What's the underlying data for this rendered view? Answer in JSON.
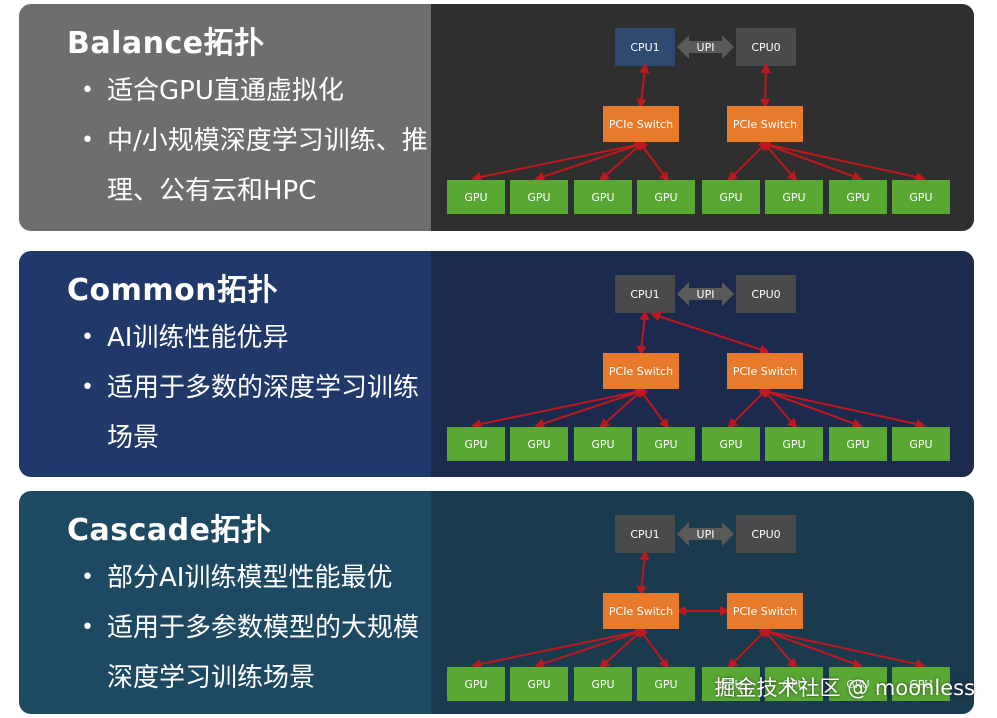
{
  "panels": [
    {
      "title": "Balance拓扑",
      "bullets": [
        "适合GPU直通虚拟化",
        "中/小规模深度学习训练、推理、公有云和HPC"
      ],
      "diagram": {
        "topology": "balance",
        "cpu_left": "CPU1",
        "upi": "UPI",
        "cpu_right": "CPU0",
        "switch_left": "PCIe Switch",
        "switch_right": "PCIe Switch",
        "gpus": [
          "GPU",
          "GPU",
          "GPU",
          "GPU",
          "GPU",
          "GPU",
          "GPU",
          "GPU"
        ]
      }
    },
    {
      "title": "Common拓扑",
      "bullets": [
        "AI训练性能优异",
        "适用于多数的深度学习训练场景"
      ],
      "diagram": {
        "topology": "common",
        "cpu_left": "CPU1",
        "upi": "UPI",
        "cpu_right": "CPU0",
        "switch_left": "PCIe Switch",
        "switch_right": "PCIe Switch",
        "gpus": [
          "GPU",
          "GPU",
          "GPU",
          "GPU",
          "GPU",
          "GPU",
          "GPU",
          "GPU"
        ]
      }
    },
    {
      "title": "Cascade拓扑",
      "bullets": [
        "部分AI训练模型性能最优",
        "适用于多参数模型的大规模深度学习训练场景"
      ],
      "diagram": {
        "topology": "cascade",
        "cpu_left": "CPU1",
        "upi": "UPI",
        "cpu_right": "CPU0",
        "switch_left": "PCIe Switch",
        "switch_right": "PCIe Switch",
        "gpus": [
          "GPU",
          "GPU",
          "GPU",
          "GPU",
          "GPU",
          "GPU",
          "GPU",
          "GPU"
        ]
      }
    }
  ],
  "watermark": "掘金技术社区 @ moonless",
  "colors": {
    "cpu_active": "#2f4a6e",
    "cpu_inactive": "#4a4a4a",
    "switch": "#e87a2c",
    "gpu": "#5aa834",
    "link": "#c0181f",
    "upi_arrow": "#5a5a5a"
  }
}
